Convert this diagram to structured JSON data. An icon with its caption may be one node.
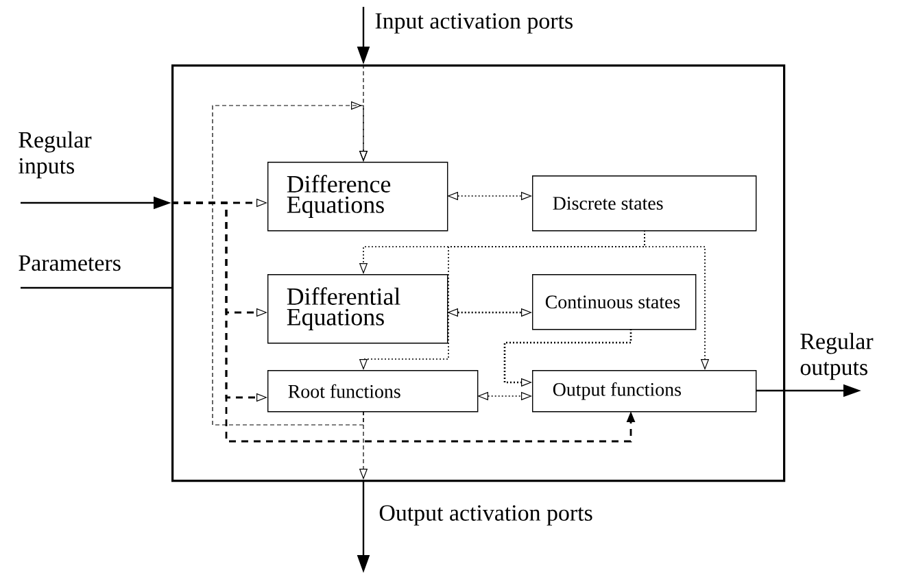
{
  "diagram": {
    "nodes": [
      {
        "text": [],
        "shape": "box"
      },
      {
        "text": [
          "Difference Equations"
        ],
        "in": 0
      },
      {
        "text": [
          "Discrete states"
        ],
        "in": 0
      },
      {
        "text": [
          "Differential Equations"
        ],
        "in": 0
      },
      {
        "text": [
          "Continuous states"
        ],
        "in": 0
      },
      {
        "text": [
          "Root functions"
        ],
        "in": 0
      },
      {
        "text": [
          "Output functions"
        ],
        "in": 0
      }
    ],
    "edges": [
      {
        "from": null,
        "to": 0,
        "arrow": "to",
        "label": "Input activation ports"
      },
      {
        "from": 0,
        "to": 1,
        "arrow": "to",
        "style": "dashed"
      },
      {
        "from": 5,
        "to": 1,
        "arrow": "to",
        "style": "dashed"
      },
      {
        "from": 5,
        "to": 0,
        "arrow": "to",
        "style": "dashed"
      },
      {
        "from": 0,
        "to": null,
        "arrow": "to",
        "label": "Output activation ports"
      },
      {
        "from": null,
        "to": 0,
        "arrow": "to",
        "label": "Regular inputs"
      },
      {
        "from": null,
        "to": 0,
        "arrow": "none",
        "label": "Parameters"
      },
      {
        "from": 6,
        "to": null,
        "arrow": "to",
        "label": "Regular outputs"
      },
      {
        "from": 0,
        "to": 1,
        "arrow": "to",
        "style": "dashed"
      },
      {
        "from": 0,
        "to": 3,
        "arrow": "to",
        "style": "dashed"
      },
      {
        "from": 0,
        "to": 5,
        "arrow": "to",
        "style": "dashed"
      },
      {
        "from": 0,
        "to": 6,
        "arrow": "to",
        "style": "dashed"
      },
      {
        "from": 1,
        "to": 2,
        "arrow": "both",
        "style": "dashed"
      },
      {
        "from": 2,
        "to": 3,
        "arrow": "to",
        "style": "dashed"
      },
      {
        "from": 2,
        "to": 5,
        "arrow": "to",
        "style": "dashed"
      },
      {
        "from": 2,
        "to": 6,
        "arrow": "to",
        "style": "dashed"
      },
      {
        "from": 3,
        "to": 4,
        "arrow": "both",
        "style": "dashed"
      },
      {
        "from": 4,
        "to": 6,
        "arrow": "to",
        "style": "dashed"
      },
      {
        "from": 5,
        "to": 6,
        "arrow": "both",
        "style": "dashed"
      }
    ]
  }
}
